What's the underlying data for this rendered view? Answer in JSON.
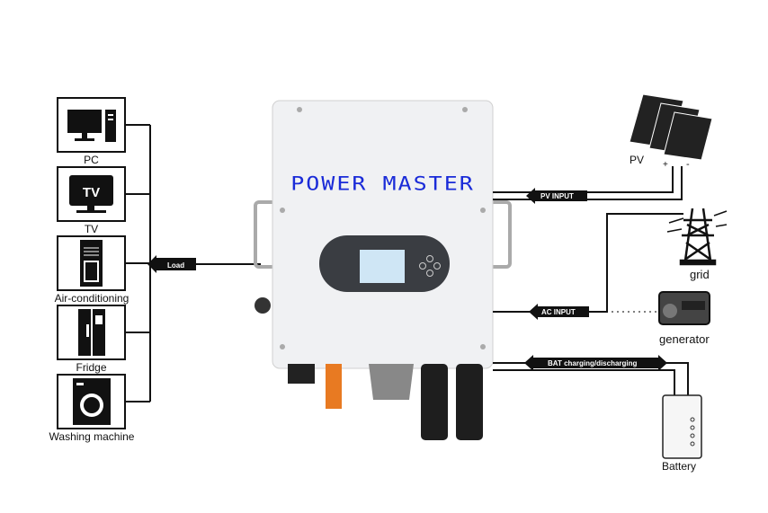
{
  "loads": [
    {
      "label": "PC",
      "icon": "pc-icon"
    },
    {
      "label": "TV",
      "icon": "tv-icon",
      "screen_text": "TV"
    },
    {
      "label": "Air-conditioning",
      "icon": "air-conditioner-icon"
    },
    {
      "label": "Fridge",
      "icon": "fridge-icon"
    },
    {
      "label": "Washing machine",
      "icon": "washing-machine-icon"
    }
  ],
  "load_arrow": "Load",
  "device": {
    "brand": "POWER MASTER"
  },
  "sources": {
    "pv": {
      "label": "PV",
      "plus": "+",
      "minus": "-",
      "arrow": "PV  INPUT"
    },
    "grid": {
      "label": "grid"
    },
    "generator": {
      "label": "generator"
    },
    "ac_arrow": "AC  INPUT",
    "battery": {
      "label": "Battery",
      "arrow": "BAT charging/discharging"
    }
  },
  "colors": {
    "brand": "#1a2bd8",
    "line": "#111111"
  }
}
